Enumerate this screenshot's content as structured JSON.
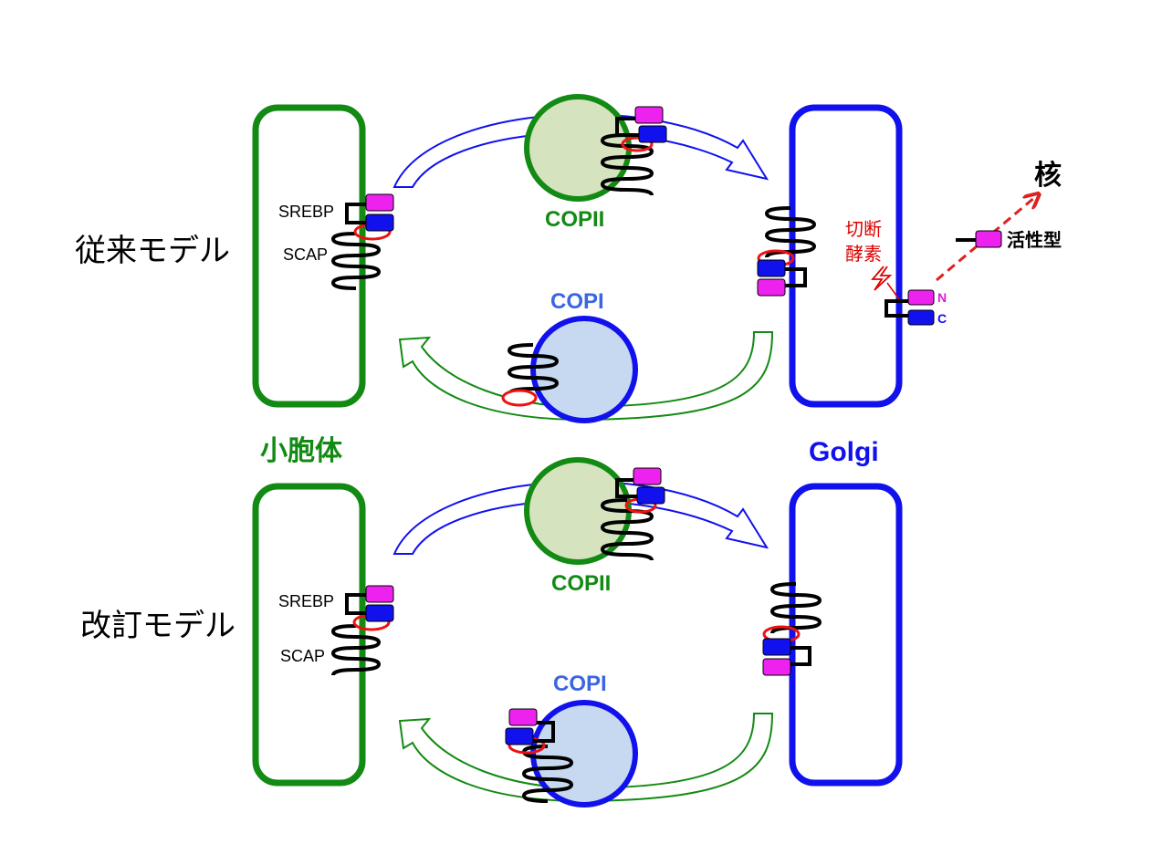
{
  "labels": {
    "conventional_model": "従来モデル",
    "revised_model": "改訂モデル",
    "er": "小胞体",
    "golgi": "Golgi",
    "srebp": "SREBP",
    "scap": "SCAP",
    "copii": "COPII",
    "copi": "COPI",
    "protease_line1": "切断",
    "protease_line2": "酵素",
    "nucleus": "核",
    "active_form": "活性型",
    "n_terminus": "N",
    "c_terminus": "C"
  },
  "colors": {
    "er_green": "#138a13",
    "golgi_blue": "#1111ee",
    "copii_fill": "#d6e3bf",
    "copi_fill": "#c6d9f0",
    "srebp_magenta": "#ee22ee",
    "scap_blue": "#1111ee",
    "insig_red": "#ee1111",
    "arrow_red": "#dd2222"
  }
}
